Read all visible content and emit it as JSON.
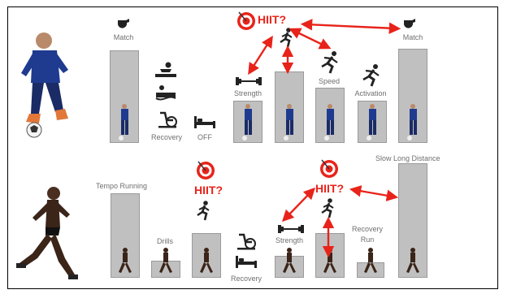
{
  "colors": {
    "accent_red": "#e8231a",
    "bar_gray": "#c0c0c0",
    "label_gray": "#6f6f6f"
  },
  "top": {
    "match_left": "Match",
    "recovery": "Recovery",
    "off": "OFF",
    "strength": "Strength",
    "hiit": "HIIT?",
    "speed": "Speed",
    "activation": "Activation",
    "match_right": "Match"
  },
  "bottom": {
    "tempo_running": "Tempo Running",
    "drills": "Drills",
    "hiit_left": "HIIT?",
    "recovery": "Recovery",
    "strength": "Strength",
    "hiit_right": "HIIT?",
    "recovery_run_line1": "Recovery",
    "recovery_run_line2": "Run",
    "slow_long_distance": "Slow Long Distance"
  },
  "icons": [
    "whistle-icon",
    "target-icon",
    "runner-icon",
    "sprinter-icon",
    "dumbbell-icon",
    "massage-icon",
    "bath-icon",
    "stationary-bike-icon",
    "bed-icon"
  ]
}
